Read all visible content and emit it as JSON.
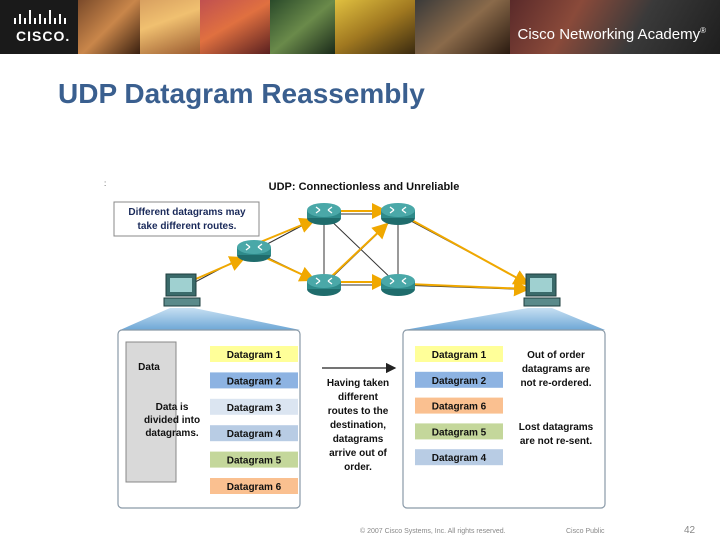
{
  "header": {
    "brand": "CISCO.",
    "academy": "Cisco Networking Academy",
    "trademark": "®"
  },
  "slide": {
    "title": "UDP Datagram Reassembly",
    "diagram_heading": "UDP: Connectionless and Unreliable",
    "stray_mark": ":",
    "callout_line1": "Different datagrams may",
    "callout_line2": "take different routes."
  },
  "left_panel": {
    "data_label": "Data",
    "divided_line1": "Data is",
    "divided_line2": "divided into",
    "divided_line3": "datagrams.",
    "datagrams": [
      "Datagram 1",
      "Datagram 2",
      "Datagram 3",
      "Datagram 4",
      "Datagram 5",
      "Datagram 6"
    ]
  },
  "middle_text": [
    "Having taken",
    "different",
    "routes to the",
    "destination,",
    "datagrams",
    "arrive out of",
    "order."
  ],
  "right_panel": {
    "datagrams": [
      "Datagram 1",
      "Datagram 2",
      "Datagram 6",
      "Datagram 5",
      "Datagram 4"
    ],
    "note1": [
      "Out of order",
      "datagrams are",
      "not re-ordered."
    ],
    "note2": [
      "Lost datagrams",
      "are not re-sent."
    ]
  },
  "colors": {
    "datagram_1": "#ffff99",
    "datagram_2": "#8db3e2",
    "datagram_3": "#dbe5f1",
    "datagram_4": "#b8cce4",
    "datagram_5": "#c4d79b",
    "datagram_6": "#fac090",
    "title": "#3a5f8f",
    "route_arrow": "#f0a800",
    "router": "#2e8a8a"
  },
  "footer": {
    "copyright": "© 2007 Cisco Systems, Inc. All rights reserved.",
    "classification": "Cisco Public",
    "page": "42"
  }
}
